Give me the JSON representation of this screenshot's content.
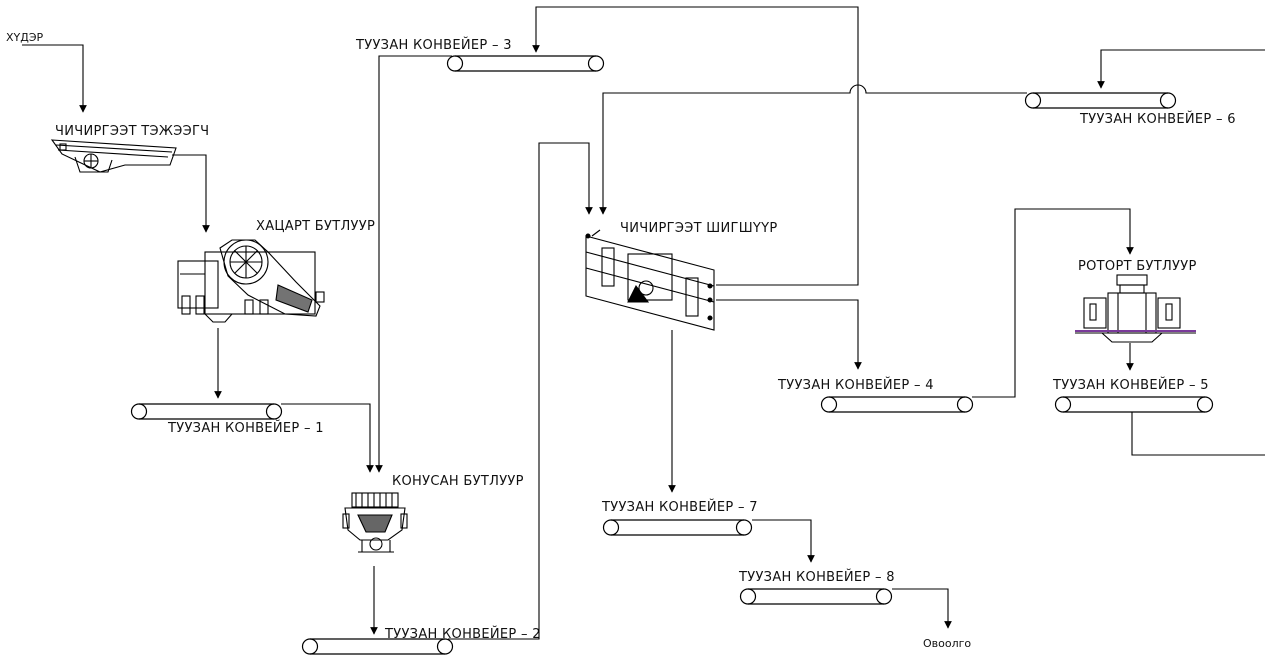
{
  "source_label": "ХҮДЭР",
  "equipment": {
    "feeder": "ЧИЧИРГЭЭТ ТЭЖЭЭГЧ",
    "jaw_crusher": "ХАЦАРТ БУТЛУУР",
    "cone_crusher": "КОНУСАН БУТЛУУР",
    "screen": "ЧИЧИРГЭЭТ ШИГШҮҮР",
    "rotor_crusher": "РОТОРТ БУТЛУУР"
  },
  "conveyors": {
    "c1": "ТУУЗАН КОНВЕЙЕР – 1",
    "c2": "ТУУЗАН КОНВЕЙЕР – 2",
    "c3": "ТУУЗАН КОНВЕЙЕР – 3",
    "c4": "ТУУЗАН КОНВЕЙЕР – 4",
    "c5": "ТУУЗАН КОНВЕЙЕР – 5",
    "c6": "ТУУЗАН КОНВЕЙЕР – 6",
    "c7": "ТУУЗАН КОНВЕЙЕР – 7",
    "c8": "ТУУЗАН КОНВЕЙЕР – 8"
  },
  "stockpile_label": "Овоолго"
}
